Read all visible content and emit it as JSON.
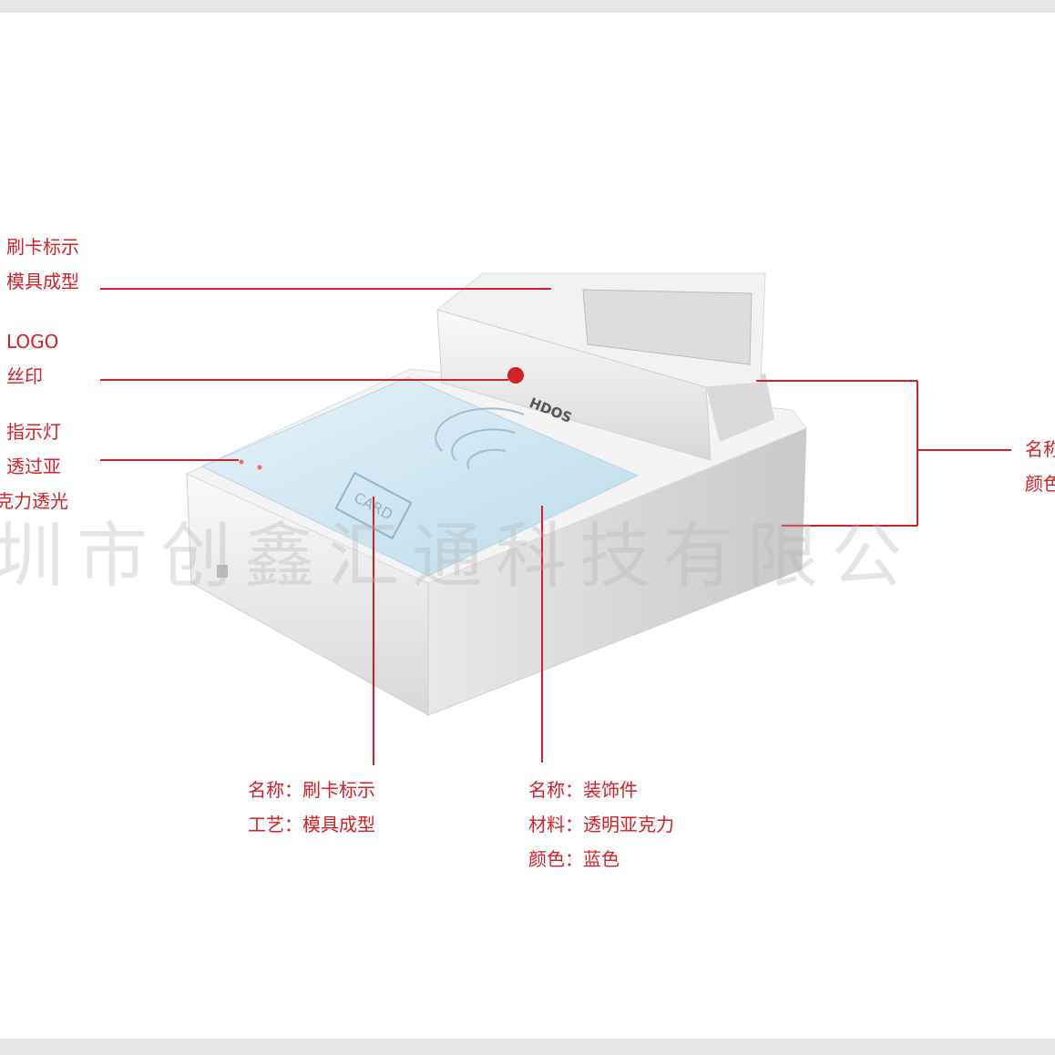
{
  "callouts": {
    "swipe_left": {
      "line1": "刷卡标示",
      "line2": "模具成型"
    },
    "logo": {
      "line1": "LOGO",
      "line2": "丝印"
    },
    "indicator": {
      "line1": "指示灯",
      "line2": "透过亚",
      "line3": "克力透光"
    },
    "right": {
      "line1": "名称",
      "line2": "颜色"
    },
    "card_mark": {
      "line1": "名称：刷卡标示",
      "line2": "工艺：模具成型"
    },
    "decor": {
      "line1": "名称：装饰件",
      "line2": "材料：透明亚克力",
      "line3": "颜色：蓝色"
    }
  },
  "product": {
    "brand_logo": "HDOS",
    "card_label": "CARD"
  },
  "watermark": "圳市创鑫汇通科技有限公",
  "colors": {
    "accent": "#d42026",
    "glass": "#cfe6f2",
    "body": "#f0f0f0"
  }
}
